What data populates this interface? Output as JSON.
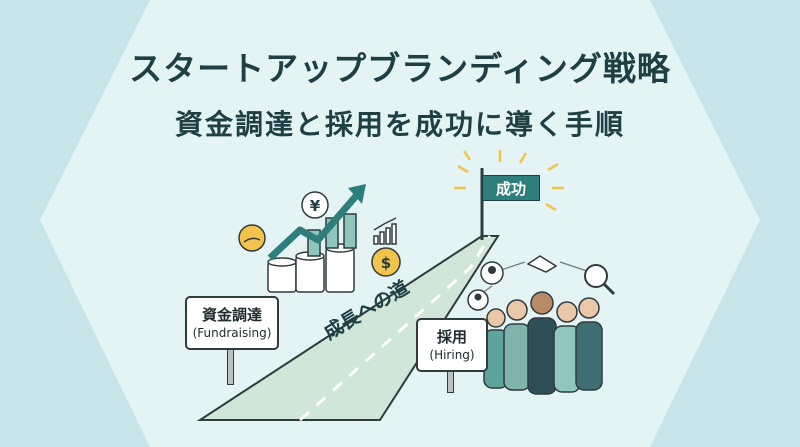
{
  "title": "スタートアップブランディング戦略",
  "subtitle": "資金調達と採用を成功に導く手順",
  "signs": {
    "fundraising": {
      "jp": "資金調達",
      "en": "(Fundraising)"
    },
    "hiring": {
      "jp": "採用",
      "en": "(Hiring)"
    }
  },
  "flag_label": "成功",
  "road_label": "成長への道",
  "icons": {
    "yen": "¥",
    "dollar": "$"
  },
  "colors": {
    "background": "#dbeef0",
    "text": "#1f3f44",
    "accent": "#2e7e7c",
    "road": "#cfe6d8",
    "coin": "#f2c34d"
  }
}
